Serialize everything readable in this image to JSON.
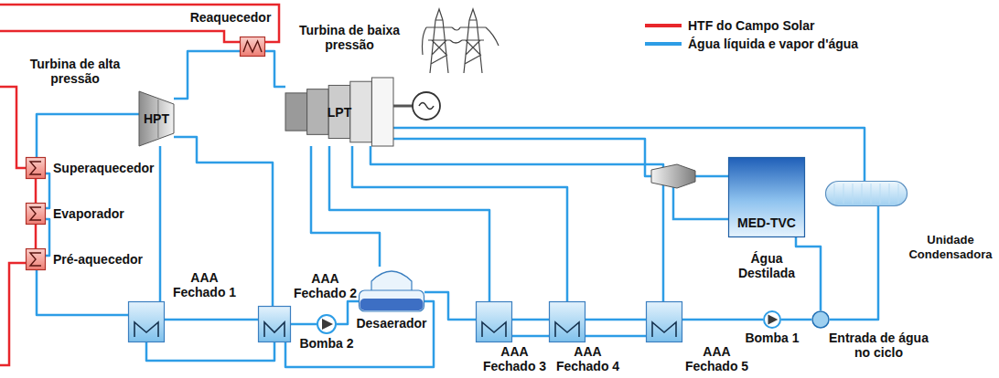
{
  "diagram": {
    "nodes": [
      {
        "text": [
          "Reaquecedor"
        ]
      },
      {
        "text": [
          "Turbina de alta pressão",
          "HPT"
        ]
      },
      {
        "text": [
          "Turbina de baixa pressão",
          "LPT"
        ]
      },
      {
        "text": [
          "Superaquecedor"
        ]
      },
      {
        "text": [
          "Evaporador"
        ]
      },
      {
        "text": [
          "Pré-aquecedor"
        ]
      },
      {
        "text": [
          "AAA Fechado 1"
        ]
      },
      {
        "text": [
          "AAA Fechado 2"
        ]
      },
      {
        "text": [
          "Bomba 2"
        ]
      },
      {
        "text": [
          "Desaerador"
        ]
      },
      {
        "text": [
          "AAA Fechado 3"
        ]
      },
      {
        "text": [
          "AAA Fechado 4"
        ]
      },
      {
        "text": [
          "AAA Fechado 5"
        ]
      },
      {
        "text": [
          "MED-TVC"
        ]
      },
      {
        "text": [
          "Unidade Condensadora"
        ]
      },
      {
        "text": [
          "Bomba 1"
        ]
      },
      {
        "text": [
          "Entrada de água no ciclo"
        ]
      }
    ],
    "edges": [
      {
        "from": 3,
        "to": 1,
        "arrow": "none"
      },
      {
        "from": 4,
        "to": 3,
        "arrow": "none"
      },
      {
        "from": 5,
        "to": 4,
        "arrow": "none"
      },
      {
        "from": 3,
        "to": 4,
        "arrow": "none"
      },
      {
        "from": 4,
        "to": 5,
        "arrow": "none"
      },
      {
        "from": 1,
        "to": 0,
        "arrow": "none"
      },
      {
        "from": 0,
        "to": 2,
        "arrow": "none"
      },
      {
        "from": 1,
        "to": 6,
        "arrow": "none"
      },
      {
        "from": 1,
        "to": 7,
        "arrow": "none"
      },
      {
        "from": 6,
        "to": 5,
        "arrow": "none"
      },
      {
        "from": 7,
        "to": 6,
        "arrow": "none"
      },
      {
        "from": 8,
        "to": 7,
        "arrow": "none"
      },
      {
        "from": 9,
        "to": 8,
        "arrow": "none"
      },
      {
        "from": 6,
        "to": 7,
        "arrow": "none"
      },
      {
        "from": 7,
        "to": 9,
        "arrow": "none"
      },
      {
        "from": 2,
        "to": 9,
        "arrow": "none"
      },
      {
        "from": 10,
        "to": 9,
        "arrow": "none"
      },
      {
        "from": 11,
        "to": 10,
        "arrow": "none"
      },
      {
        "from": 12,
        "to": 11,
        "arrow": "none"
      },
      {
        "from": 15,
        "to": 12,
        "arrow": "none"
      },
      {
        "from": 16,
        "to": 15,
        "arrow": "none"
      },
      {
        "from": 10,
        "to": 11,
        "arrow": "none"
      },
      {
        "from": 11,
        "to": 12,
        "arrow": "none"
      },
      {
        "from": 2,
        "to": 10,
        "arrow": "none"
      },
      {
        "from": 2,
        "to": 11,
        "arrow": "none"
      },
      {
        "from": 2,
        "to": 12,
        "arrow": "none"
      },
      {
        "from": 2,
        "to": 13,
        "arrow": "none"
      },
      {
        "from": 2,
        "to": 14,
        "arrow": "none"
      },
      {
        "from": 13,
        "to": 16,
        "arrow": "none"
      },
      {
        "from": 14,
        "to": 16,
        "arrow": "none"
      }
    ],
    "labels": [
      "Água Destilada"
    ],
    "legend": [
      {
        "text": "HTF do Campo Solar"
      },
      {
        "text": "Água líquida e vapor d'água"
      }
    ]
  }
}
